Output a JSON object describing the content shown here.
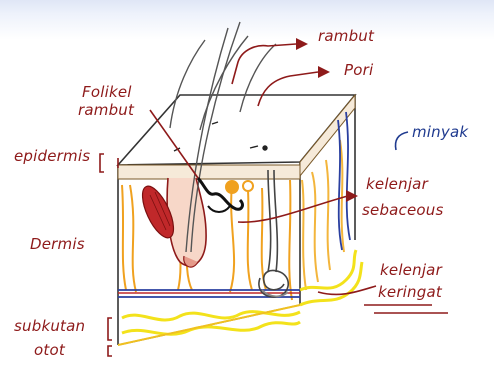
{
  "labels": {
    "folikel_1": "Folikel",
    "folikel_2": "rambut",
    "rambut": "rambut",
    "pori": "Pori",
    "minyak": "minyak",
    "epidermis": "epidermis",
    "dermis": "Dermis",
    "kelenjar_sebaceous_1": "kelenjar",
    "kelenjar_sebaceous_2": "sebaceous",
    "kelenjar_keringat_1": "kelenjar",
    "kelenjar_keringat_2": "keringat",
    "subkutan": "subkutan",
    "otot": "otot"
  },
  "colors": {
    "label_red": "#8e1a1a",
    "label_blue": "#1f3a8f",
    "dermis_orange": "#f0a11f",
    "fat_yellow": "#f3e21b",
    "blood_red": "#c0282a",
    "vessel_blue": "#2a3fa0",
    "outline": "#333333"
  }
}
